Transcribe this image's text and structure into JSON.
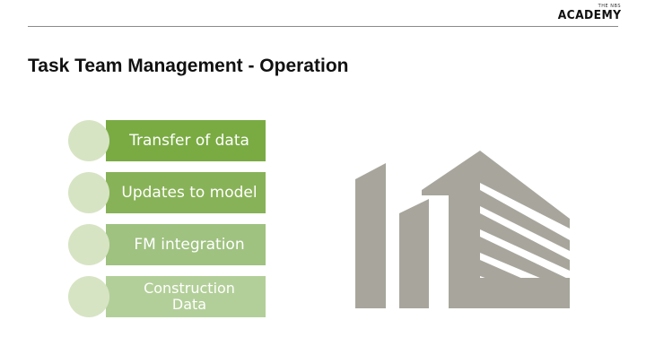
{
  "header": {
    "logo_small": "THE NBS",
    "logo_main": "ACADEMY"
  },
  "slide": {
    "title": "Task Team Management - Operation"
  },
  "list": {
    "items": [
      {
        "label": "Transfer of data",
        "color": "#7aab43"
      },
      {
        "label": "Updates to model",
        "color": "#88b257"
      },
      {
        "label": "FM integration",
        "color": "#9fc280"
      },
      {
        "label": "Construction\nData",
        "color": "#b3cf99"
      }
    ]
  },
  "colors": {
    "building": "#a8a69c",
    "circle": "#d7e4c4"
  }
}
